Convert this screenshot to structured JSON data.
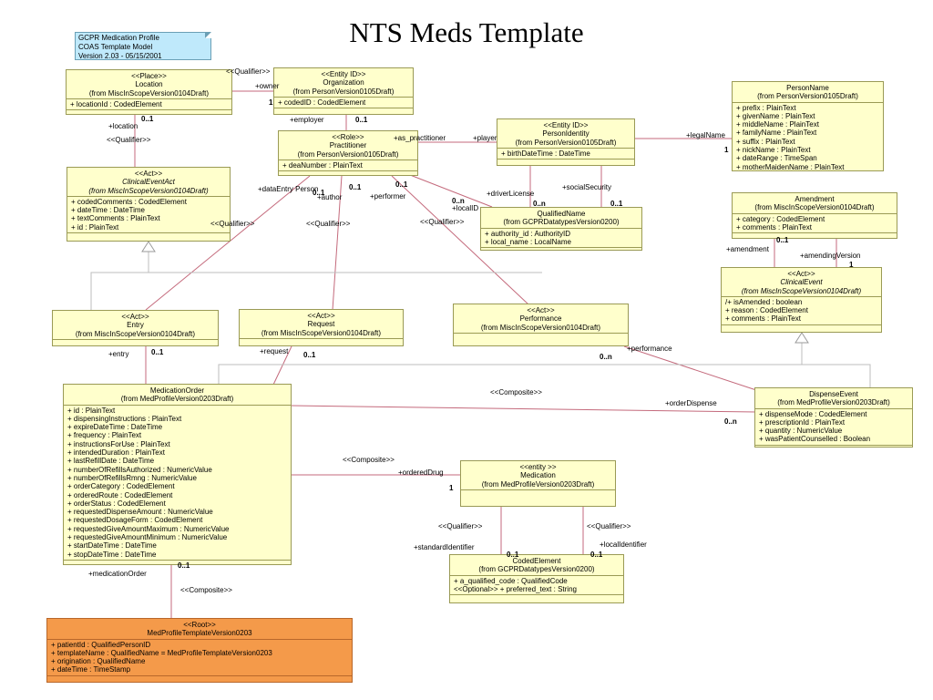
{
  "page": {
    "title": "NTS Meds Template"
  },
  "note": {
    "lines": [
      "GCPR Medication Profile",
      "COAS Template Model",
      "Version 2.03 - 05/15/2001"
    ]
  },
  "classes": {
    "location": {
      "stereotype": "<<Place>>",
      "name": "Location",
      "from": "(from MiscInScopeVersion0104Draft)",
      "attributes": [
        "+ locationId : CodedElement"
      ]
    },
    "organization": {
      "stereotype": "<<Entity ID>>",
      "name": "Organization",
      "from": "(from PersonVersion0105Draft)",
      "attributes": [
        "+ codedID : CodedElement"
      ]
    },
    "practitioner": {
      "stereotype": "<<Role>>",
      "name": "Practitioner",
      "from": "(from PersonVersion0105Draft)",
      "attributes": [
        "+ deaNumber : PlainText"
      ]
    },
    "person_identity": {
      "stereotype": "<<Entity ID>>",
      "name": "PersonIdentity",
      "from": "(from PersonVersion0105Draft)",
      "attributes": [
        "+ birthDateTime : DateTime"
      ]
    },
    "person_name": {
      "stereotype": "",
      "name": "PersonName",
      "from": "(from PersonVersion0105Draft)",
      "attributes": [
        "+ prefix : PlainText",
        "+ givenName : PlainText",
        "+ middleName : PlainText",
        "+ familyName : PlainText",
        "+ suffix : PlainText",
        "+ nickName : PlainText",
        "+ dateRange : TimeSpan",
        "+ motherMaidenName : PlainText"
      ]
    },
    "clinical_event_act": {
      "stereotype": "<<Act>>",
      "name": "ClinicalEventAct",
      "from": "(from MiscInScopeVersion0104Draft)",
      "attributes": [
        "+ codedComments : CodedElement",
        "+ dateTime : DateTime",
        "+ textComments : PlainText",
        "+ id : PlainText"
      ]
    },
    "qualified_name": {
      "stereotype": "",
      "name": "QualifiedName",
      "from": "(from GCPRDatatypesVersion0200)",
      "attributes": [
        "+ authority_id : AuthorityID",
        "+ local_name : LocalName"
      ]
    },
    "amendment": {
      "stereotype": "",
      "name": "Amendment",
      "from": "(from MiscInScopeVersion0104Draft)",
      "attributes": [
        "+ category : CodedElement",
        "+ comments : PlainText"
      ]
    },
    "clinical_event": {
      "stereotype": "<<Act>>",
      "name": "ClinicalEvent",
      "from": "(from MiscInScopeVersion0104Draft)",
      "attributes": [
        "/+ isAmended : boolean",
        "+ reason : CodedElement",
        "+ comments : PlainText"
      ]
    },
    "entry": {
      "stereotype": "<<Act>>",
      "name": "Entry",
      "from": "(from MiscInScopeVersion0104Draft)",
      "attributes": []
    },
    "request": {
      "stereotype": "<<Act>>",
      "name": "Request",
      "from": "(from MiscInScopeVersion0104Draft)",
      "attributes": []
    },
    "performance": {
      "stereotype": "<<Act>>",
      "name": "Performance",
      "from": "(from MiscInScopeVersion0104Draft)",
      "attributes": []
    },
    "medication_order": {
      "stereotype": "",
      "name": "MedicationOrder",
      "from": "(from MedProfileVersion0203Draft)",
      "attributes": [
        "+ id : PlainText",
        "+ dispensingInstructions : PlainText",
        "+ expireDateTime : DateTime",
        "+ frequency : PlainText",
        "+ instructionsForUse : PlainText",
        "+ intendedDuration : PlainText",
        "+ lastRefillDate : DateTime",
        "+ numberOfRefillsAuthorized : NumericValue",
        "+ numberOfRefillsRmng : NumericValue",
        "+ orderCategory : CodedElement",
        "+ orderedRoute : CodedElement",
        "+ orderStatus : CodedElement",
        "+ requestedDispenseAmount : NumericValue",
        "+ requestedDosageForm : CodedElement",
        "+ requestedGiveAmountMaximum : NumericValue",
        "+ requestedGiveAmountMinimum : NumericValue",
        "+ startDateTime : DateTime",
        "+ stopDateTime : DateTime"
      ]
    },
    "dispense_event": {
      "stereotype": "",
      "name": "DispenseEvent",
      "from": "(from MedProfileVersion0203Draft)",
      "attributes": [
        "+ dispenseMode : CodedElement",
        "+ prescriptionId : PlainText",
        "+ quantity : NumericValue",
        "+ wasPatientCounselled : Boolean"
      ]
    },
    "medication": {
      "stereotype": "<<entity >>",
      "name": "Medication",
      "from": "(from MedProfileVersion0203Draft)",
      "attributes": []
    },
    "coded_element": {
      "stereotype": "",
      "name": "CodedElement",
      "from": "(from GCPRDatatypesVersion0200)",
      "attributes": [
        "+ a_qualified_code : QualifiedCode",
        "<<Optional>> + preferred_text : String"
      ]
    },
    "root": {
      "stereotype": "<<Root>>",
      "name": "MedProfileTemplateVersion0203",
      "from": "",
      "attributes": [
        "+ patientId : QualifiedPersonID",
        "+ templateName : QualifiedName = MedProfileTemplateVersion0203",
        "+ origination : QualifiedName",
        "+ dateTime : TimeStamp"
      ]
    }
  },
  "labels": {
    "qualifier_loc_org": "<<Qualifier>>",
    "owner": "+owner",
    "owner_mult": "1",
    "org_mult": "0..1",
    "employer": "+employer",
    "loc_mult": "0..1",
    "location_role": "+location",
    "qualifier_loc_act": "<<Qualifier>>",
    "as_practitioner": "+as_practitioner",
    "player": "+player",
    "legal_name": "+legalName",
    "legal_name_mult": "1",
    "driver_license": "+driverLicense",
    "social_security": "+socialSecurity",
    "local_id_mult": "0..n",
    "local_id": "+localID",
    "dl_mult": "0..n",
    "ss_mult": "0..1",
    "data_entry_person": "+dataEntry Person",
    "de_mult": "0..1",
    "author": "+author",
    "author_mult": "0..1",
    "performer": "+performer",
    "performer_mult": "0..1",
    "qualifier_entry": "<<Qualifier>>",
    "qualifier_request": "<<Qualifier>>",
    "qualifier_perf": "<<Qualifier>>",
    "amendment_role": "+amendment",
    "amendment_mult": "0..1",
    "amending_version": "+amendingVersion",
    "amending_mult": "1",
    "entry_role": "+entry",
    "entry_mult": "0..1",
    "request_role": "+request",
    "request_mult": "0..1",
    "performance_role": "+performance",
    "performance_mult": "0..n",
    "composite_dispense": "<<Composite>>",
    "order_dispense": "+orderDispense",
    "order_dispense_mult": "0..n",
    "composite_drug": "<<Composite>>",
    "ordered_drug": "+orderedDrug",
    "ordered_drug_mult": "1",
    "qualifier_std": "<<Qualifier>>",
    "qualifier_local": "<<Qualifier>>",
    "standard_identifier": "+standardIdentifier",
    "local_identifier": "+localIdentifier",
    "std_mult": "0..1",
    "local_mult": "0..1",
    "medication_order_role": "+medicationOrder",
    "mo_mult": "0..1",
    "composite_root": "<<Composite>>"
  }
}
